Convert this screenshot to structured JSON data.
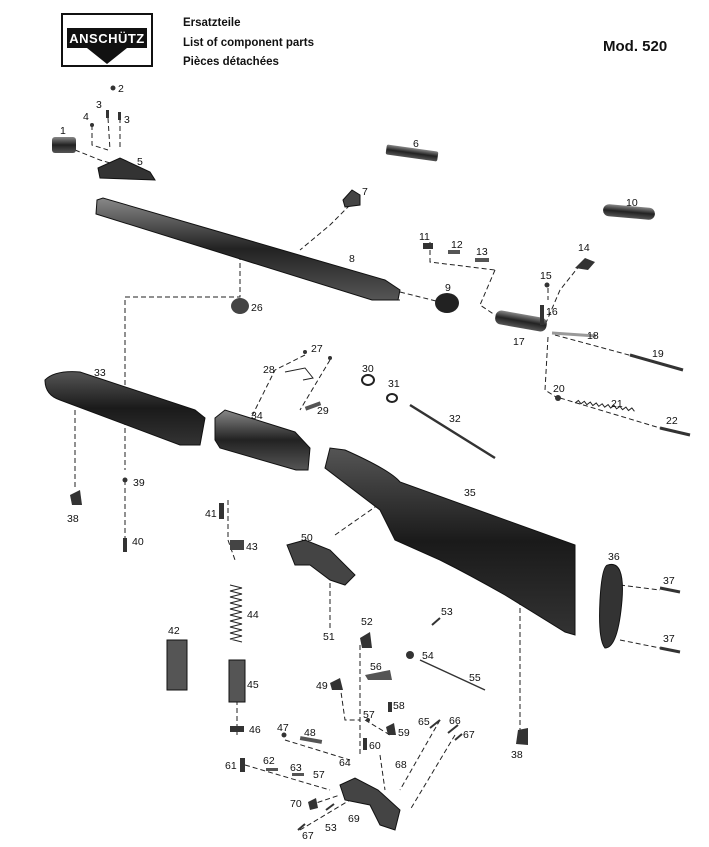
{
  "header": {
    "brand": "ANSCHÜTZ",
    "title_de": "Ersatzteile",
    "title_en": "List of component parts",
    "title_fr": "Pièces détachées",
    "model": "Mod. 520"
  },
  "part_labels": [
    {
      "id": "p1",
      "text": "1"
    },
    {
      "id": "p2",
      "text": "2"
    },
    {
      "id": "p3a",
      "text": "3"
    },
    {
      "id": "p3b",
      "text": "3"
    },
    {
      "id": "p4",
      "text": "4"
    },
    {
      "id": "p5",
      "text": "5"
    },
    {
      "id": "p6",
      "text": "6"
    },
    {
      "id": "p7",
      "text": "7"
    },
    {
      "id": "p8",
      "text": "8"
    },
    {
      "id": "p9",
      "text": "9"
    },
    {
      "id": "p10",
      "text": "10"
    },
    {
      "id": "p11",
      "text": "11"
    },
    {
      "id": "p12",
      "text": "12"
    },
    {
      "id": "p13",
      "text": "13"
    },
    {
      "id": "p14",
      "text": "14"
    },
    {
      "id": "p15",
      "text": "15"
    },
    {
      "id": "p16",
      "text": "16"
    },
    {
      "id": "p17",
      "text": "17"
    },
    {
      "id": "p18",
      "text": "18"
    },
    {
      "id": "p19",
      "text": "19"
    },
    {
      "id": "p20",
      "text": "20"
    },
    {
      "id": "p21",
      "text": "21"
    },
    {
      "id": "p22",
      "text": "22"
    },
    {
      "id": "p26",
      "text": "26"
    },
    {
      "id": "p27",
      "text": "27"
    },
    {
      "id": "p28",
      "text": "28"
    },
    {
      "id": "p29",
      "text": "29"
    },
    {
      "id": "p30",
      "text": "30"
    },
    {
      "id": "p31",
      "text": "31"
    },
    {
      "id": "p32",
      "text": "32"
    },
    {
      "id": "p33",
      "text": "33"
    },
    {
      "id": "p34",
      "text": "34"
    },
    {
      "id": "p35",
      "text": "35"
    },
    {
      "id": "p36",
      "text": "36"
    },
    {
      "id": "p37a",
      "text": "37"
    },
    {
      "id": "p37b",
      "text": "37"
    },
    {
      "id": "p38a",
      "text": "38"
    },
    {
      "id": "p38b",
      "text": "38"
    },
    {
      "id": "p39",
      "text": "39"
    },
    {
      "id": "p40",
      "text": "40"
    },
    {
      "id": "p41",
      "text": "41"
    },
    {
      "id": "p42",
      "text": "42"
    },
    {
      "id": "p43",
      "text": "43"
    },
    {
      "id": "p44",
      "text": "44"
    },
    {
      "id": "p45",
      "text": "45"
    },
    {
      "id": "p46",
      "text": "46"
    },
    {
      "id": "p47",
      "text": "47"
    },
    {
      "id": "p48",
      "text": "48"
    },
    {
      "id": "p49",
      "text": "49"
    },
    {
      "id": "p50",
      "text": "50"
    },
    {
      "id": "p51",
      "text": "51"
    },
    {
      "id": "p52",
      "text": "52"
    },
    {
      "id": "p53a",
      "text": "53"
    },
    {
      "id": "p53b",
      "text": "53"
    },
    {
      "id": "p54",
      "text": "54"
    },
    {
      "id": "p55",
      "text": "55"
    },
    {
      "id": "p56",
      "text": "56"
    },
    {
      "id": "p57a",
      "text": "57"
    },
    {
      "id": "p57b",
      "text": "57"
    },
    {
      "id": "p58",
      "text": "58"
    },
    {
      "id": "p59",
      "text": "59"
    },
    {
      "id": "p60",
      "text": "60"
    },
    {
      "id": "p61",
      "text": "61"
    },
    {
      "id": "p62",
      "text": "62"
    },
    {
      "id": "p63",
      "text": "63"
    },
    {
      "id": "p64",
      "text": "64"
    },
    {
      "id": "p65",
      "text": "65"
    },
    {
      "id": "p66",
      "text": "66"
    },
    {
      "id": "p67a",
      "text": "67"
    },
    {
      "id": "p67b",
      "text": "67"
    },
    {
      "id": "p68",
      "text": "68"
    },
    {
      "id": "p69",
      "text": "69"
    },
    {
      "id": "p70",
      "text": "70"
    }
  ]
}
